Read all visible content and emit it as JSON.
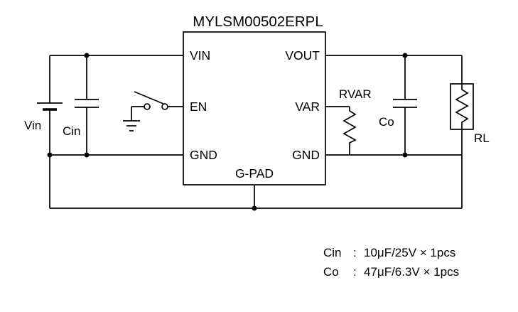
{
  "title": "MYLSM00502ERPL",
  "pins": {
    "vin": "VIN",
    "vout": "VOUT",
    "en": "EN",
    "var": "VAR",
    "gnd_left": "GND",
    "gnd_right": "GND",
    "gpad": "G-PAD"
  },
  "labels": {
    "vin_source": "Vin",
    "cin": "Cin",
    "rvar": "RVAR",
    "co": "Co",
    "rl": "RL"
  },
  "notes": [
    {
      "name": "Cin",
      "separator": ":",
      "value": "10μF/25V × 1pcs"
    },
    {
      "name": "Co",
      "separator": ":",
      "value": "47μF/6.3V × 1pcs"
    }
  ],
  "colors": {
    "line": "#000000",
    "background": "#ffffff"
  }
}
